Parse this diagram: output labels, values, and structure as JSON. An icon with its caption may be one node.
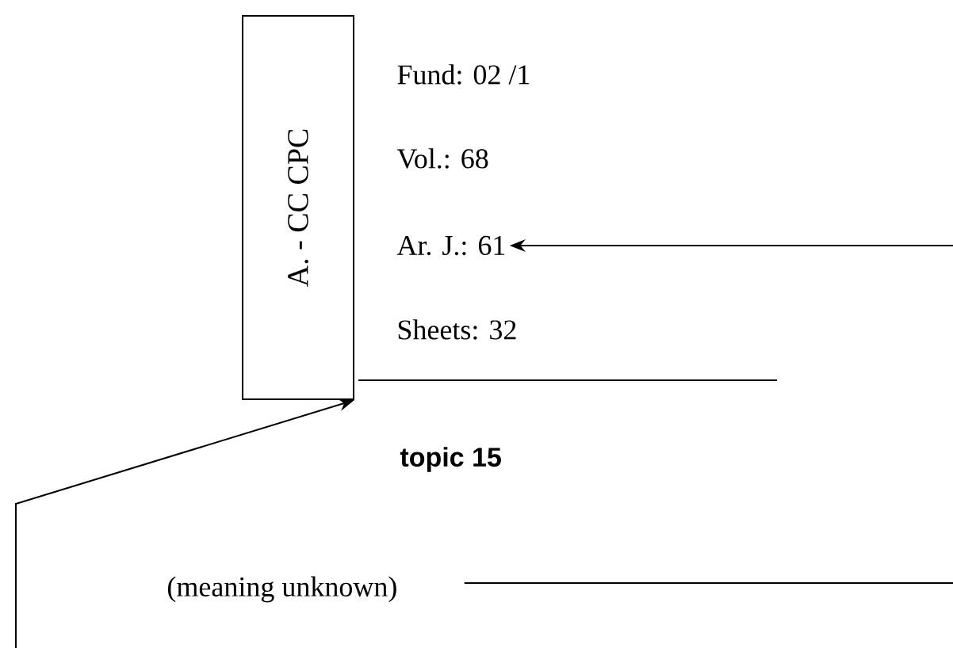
{
  "diagram": {
    "nodes": [
      {
        "text": [
          "A. - CC CPC"
        ]
      },
      {
        "text": [
          "Ar. J.: 61"
        ]
      },
      {
        "text": [
          "(meaning unknown)"
        ]
      }
    ],
    "edges": [
      {
        "from": null,
        "to": 1,
        "arrow": "to"
      },
      {
        "from": null,
        "to": 0,
        "arrow": "to"
      },
      {
        "from": 2,
        "to": null,
        "arrow": "none"
      }
    ],
    "labels": [
      "Fund: 02 /1",
      "Vol.: 68",
      "Sheets: 32",
      "topic 15"
    ]
  }
}
